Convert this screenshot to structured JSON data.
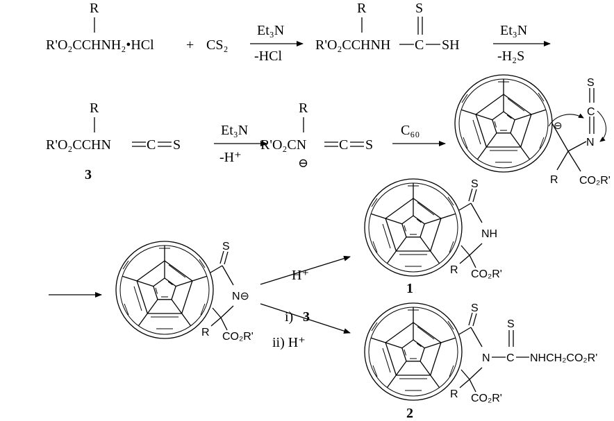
{
  "row1": {
    "r_top": "R",
    "reactant": "R'O₂CCHNH₂•HCl",
    "plus": "+",
    "cs2": "CS₂",
    "arrow1_top": "Et₃N",
    "arrow1_bottom": "-HCl",
    "r_mid": "R",
    "s_top": "S",
    "intermediate_left": "R'O₂CCHNH",
    "intermediate_c": "C",
    "intermediate_sh": "SH",
    "arrow2_top": "Et₃N",
    "arrow2_bottom": "-H₂S"
  },
  "row2": {
    "r_top": "R",
    "isothio": "R'O₂CCHN",
    "c": "C",
    "s": "S",
    "label3": "3",
    "arrow3_top": "Et₃N",
    "arrow3_bottom": "-H⁺",
    "r_mid": "R",
    "anion": "R'O₂CN",
    "anion_c": "C",
    "anion_s": "S",
    "minus": "⊖",
    "arrow4_top": "C₆₀",
    "adduct_s": "S",
    "adduct_c": "C",
    "adduct_n": "N",
    "adduct_r": "R",
    "adduct_ester": "CO₂R'",
    "adduct_minus": "⊖"
  },
  "row3": {
    "ring_s": "S",
    "ring_n": "N⊖",
    "ring_r": "R",
    "ring_ester": "CO₂R'",
    "upper_reagent": "H⁺",
    "lower_reagent_1": "i)",
    "lower_reagent_1_num": "3",
    "lower_reagent_2": "ii) H⁺",
    "p1_s": "S",
    "p1_nh": "NH",
    "p1_r": "R",
    "p1_ester": "CO₂R'",
    "label1": "1",
    "p2_s": "S",
    "p2_s2": "S",
    "p2_n": "N",
    "p2_c": "C",
    "p2_chain": "NHCH₂CO₂R'",
    "p2_r": "R",
    "p2_ester": "CO₂R'",
    "label2": "2"
  }
}
